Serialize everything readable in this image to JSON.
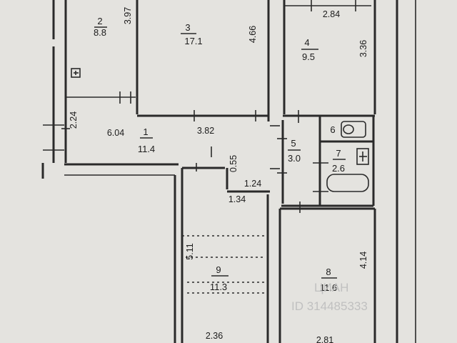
{
  "rooms": [
    {
      "id": "2",
      "area": "8.8"
    },
    {
      "id": "3",
      "area": "17.1"
    },
    {
      "id": "4",
      "area": "9.5"
    },
    {
      "id": "1",
      "area": "11.4"
    },
    {
      "id": "5",
      "area": "3.0"
    },
    {
      "id": "6",
      "area": ""
    },
    {
      "id": "7",
      "area": "2.6"
    },
    {
      "id": "9",
      "area": "11.3"
    },
    {
      "id": "8",
      "area": "11.6"
    }
  ],
  "dimensions": [
    "3.97",
    "4.66",
    "2.84",
    "3.36",
    "2.24",
    "6.04",
    "3.82",
    "0.55",
    "1.24",
    "1.34",
    "5.11",
    "4.14",
    "2.36",
    "2.81"
  ],
  "watermark": {
    "brand": "ЦИАН",
    "id": "ID 314485333"
  }
}
